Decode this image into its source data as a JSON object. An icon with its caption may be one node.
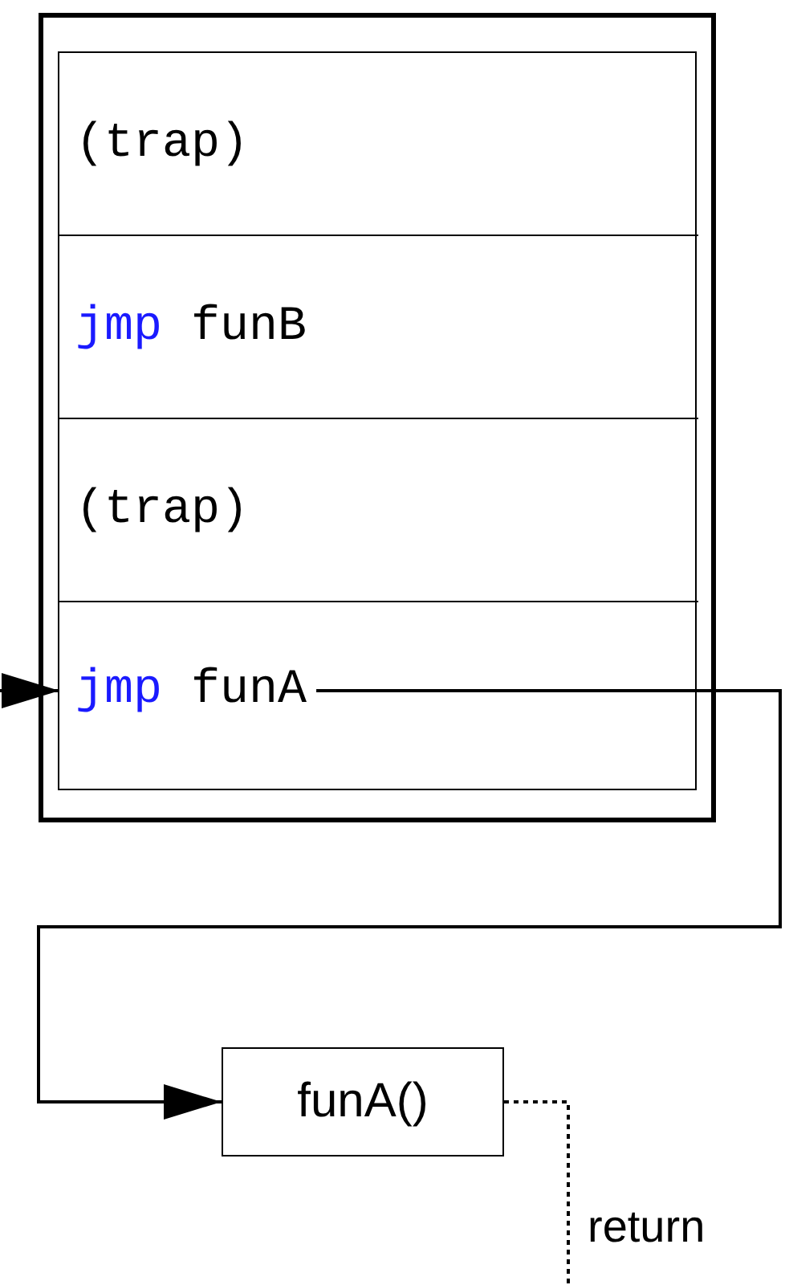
{
  "diagram": {
    "nodes": [
      {
        "text": [],
        "shape": "box"
      },
      {
        "text": [],
        "shape": "box",
        "in": 0
      },
      {
        "text": [
          "(trap)"
        ],
        "in": 1
      },
      {
        "text": [
          "jmp",
          "funB"
        ],
        "in": 1
      },
      {
        "text": [
          "(trap)"
        ],
        "in": 1
      },
      {
        "text": [
          "jmp",
          "funA"
        ],
        "in": 1
      },
      {
        "text": [
          "funA()"
        ]
      }
    ],
    "edges": [
      {
        "from": null,
        "to": 5,
        "arrow": "to"
      },
      {
        "from": 5,
        "to": 6,
        "arrow": "to"
      },
      {
        "from": 6,
        "to": null,
        "arrow": "none",
        "style": "dashed",
        "label": "return"
      }
    ]
  }
}
